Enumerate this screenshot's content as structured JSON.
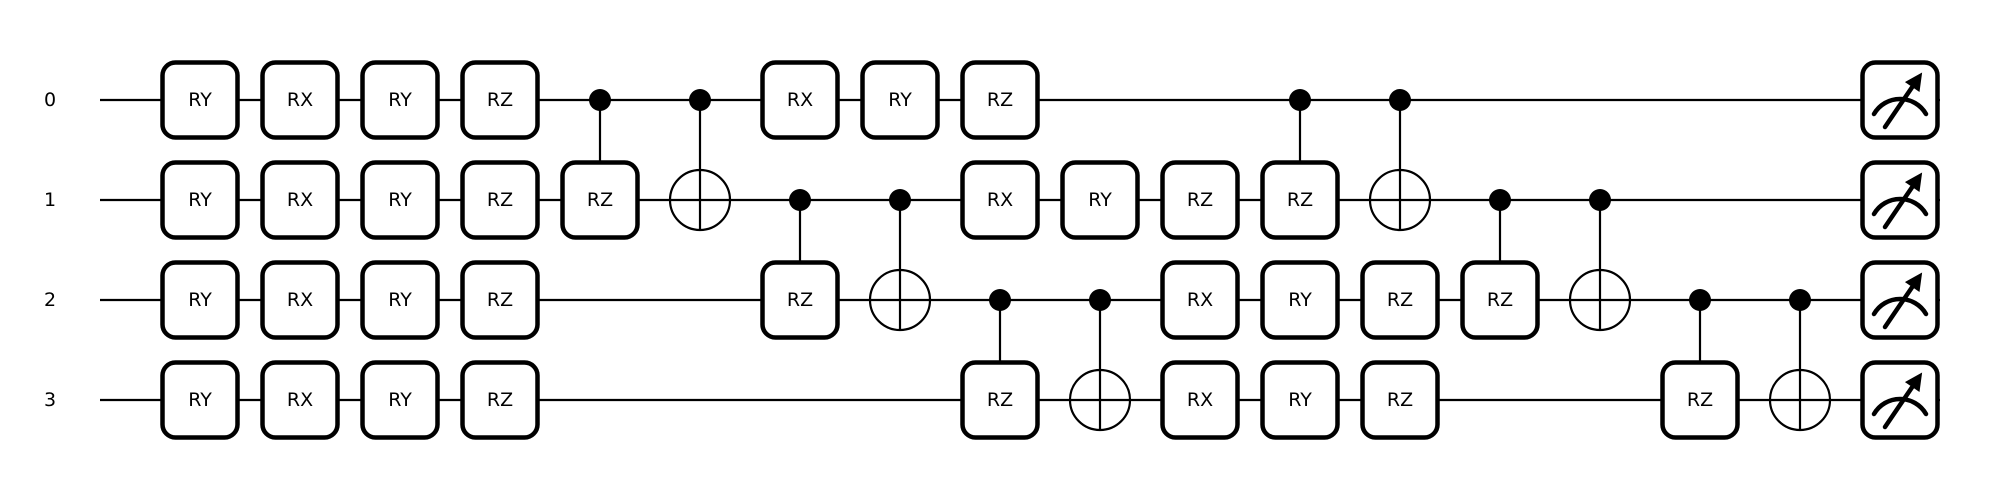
{
  "circuit": {
    "wires": [
      "0",
      "1",
      "2",
      "3"
    ],
    "layers": [
      [
        {
          "type": "gate",
          "label": "RY",
          "wire": 0
        },
        {
          "type": "gate",
          "label": "RY",
          "wire": 1
        },
        {
          "type": "gate",
          "label": "RY",
          "wire": 2
        },
        {
          "type": "gate",
          "label": "RY",
          "wire": 3
        }
      ],
      [
        {
          "type": "gate",
          "label": "RX",
          "wire": 0
        },
        {
          "type": "gate",
          "label": "RX",
          "wire": 1
        },
        {
          "type": "gate",
          "label": "RX",
          "wire": 2
        },
        {
          "type": "gate",
          "label": "RX",
          "wire": 3
        }
      ],
      [
        {
          "type": "gate",
          "label": "RY",
          "wire": 0
        },
        {
          "type": "gate",
          "label": "RY",
          "wire": 1
        },
        {
          "type": "gate",
          "label": "RY",
          "wire": 2
        },
        {
          "type": "gate",
          "label": "RY",
          "wire": 3
        }
      ],
      [
        {
          "type": "gate",
          "label": "RZ",
          "wire": 0
        },
        {
          "type": "gate",
          "label": "RZ",
          "wire": 1
        },
        {
          "type": "gate",
          "label": "RZ",
          "wire": 2
        },
        {
          "type": "gate",
          "label": "RZ",
          "wire": 3
        }
      ],
      [
        {
          "type": "controlled",
          "label": "RZ",
          "control": 0,
          "target": 1
        }
      ],
      [
        {
          "type": "cnot",
          "control": 0,
          "target": 1
        }
      ],
      [
        {
          "type": "gate",
          "label": "RX",
          "wire": 0
        },
        {
          "type": "controlled",
          "label": "RZ",
          "control": 1,
          "target": 2
        }
      ],
      [
        {
          "type": "gate",
          "label": "RY",
          "wire": 0
        },
        {
          "type": "cnot",
          "control": 1,
          "target": 2
        }
      ],
      [
        {
          "type": "gate",
          "label": "RZ",
          "wire": 0
        },
        {
          "type": "gate",
          "label": "RX",
          "wire": 1
        },
        {
          "type": "controlled",
          "label": "RZ",
          "control": 2,
          "target": 3
        }
      ],
      [
        {
          "type": "gate",
          "label": "RY",
          "wire": 1
        },
        {
          "type": "cnot",
          "control": 2,
          "target": 3
        }
      ],
      [
        {
          "type": "gate",
          "label": "RZ",
          "wire": 1
        },
        {
          "type": "gate",
          "label": "RX",
          "wire": 2
        },
        {
          "type": "gate",
          "label": "RX",
          "wire": 3
        }
      ],
      [
        {
          "type": "controlled",
          "label": "RZ",
          "control": 0,
          "target": 1
        },
        {
          "type": "gate",
          "label": "RY",
          "wire": 2
        },
        {
          "type": "gate",
          "label": "RY",
          "wire": 3
        }
      ],
      [
        {
          "type": "cnot",
          "control": 0,
          "target": 1
        },
        {
          "type": "gate",
          "label": "RZ",
          "wire": 2
        },
        {
          "type": "gate",
          "label": "RZ",
          "wire": 3
        }
      ],
      [
        {
          "type": "controlled",
          "label": "RZ",
          "control": 1,
          "target": 2
        }
      ],
      [
        {
          "type": "cnot",
          "control": 1,
          "target": 2
        }
      ],
      [
        {
          "type": "controlled",
          "label": "RZ",
          "control": 2,
          "target": 3
        }
      ],
      [
        {
          "type": "cnot",
          "control": 2,
          "target": 3
        }
      ],
      [
        {
          "type": "measure",
          "wire": 0,
          "icon": "measurement-meter-icon"
        },
        {
          "type": "measure",
          "wire": 1,
          "icon": "measurement-meter-icon"
        },
        {
          "type": "measure",
          "wire": 2,
          "icon": "measurement-meter-icon"
        },
        {
          "type": "measure",
          "wire": 3,
          "icon": "measurement-meter-icon"
        }
      ]
    ]
  }
}
